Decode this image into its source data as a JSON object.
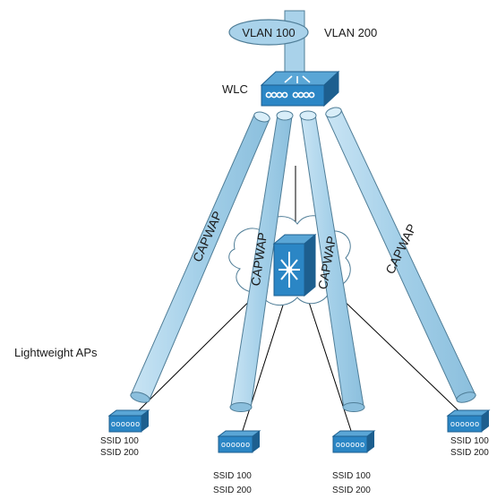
{
  "labels": {
    "vlan100": "VLAN 100",
    "vlan200": "VLAN 200",
    "wlc": "WLC",
    "lightweight_aps": "Lightweight APs"
  },
  "tunnels": [
    "CAPWAP",
    "CAPWAP",
    "CAPWAP",
    "CAPWAP"
  ],
  "access_points": [
    {
      "ssid_a": "SSID 100",
      "ssid_b": "SSID 200"
    },
    {
      "ssid_a": "SSID 100",
      "ssid_b": "SSID 200"
    },
    {
      "ssid_a": "SSID 100",
      "ssid_b": "SSID 200"
    },
    {
      "ssid_a": "SSID 100",
      "ssid_b": "SSID 200"
    }
  ],
  "colors": {
    "tube_fill": "#a9d2ea",
    "tube_stroke": "#4f7d97",
    "device_fill": "#2b86c5",
    "device_dark": "#1d5f8f",
    "cloud_fill": "#ffffff",
    "line": "#000000"
  }
}
